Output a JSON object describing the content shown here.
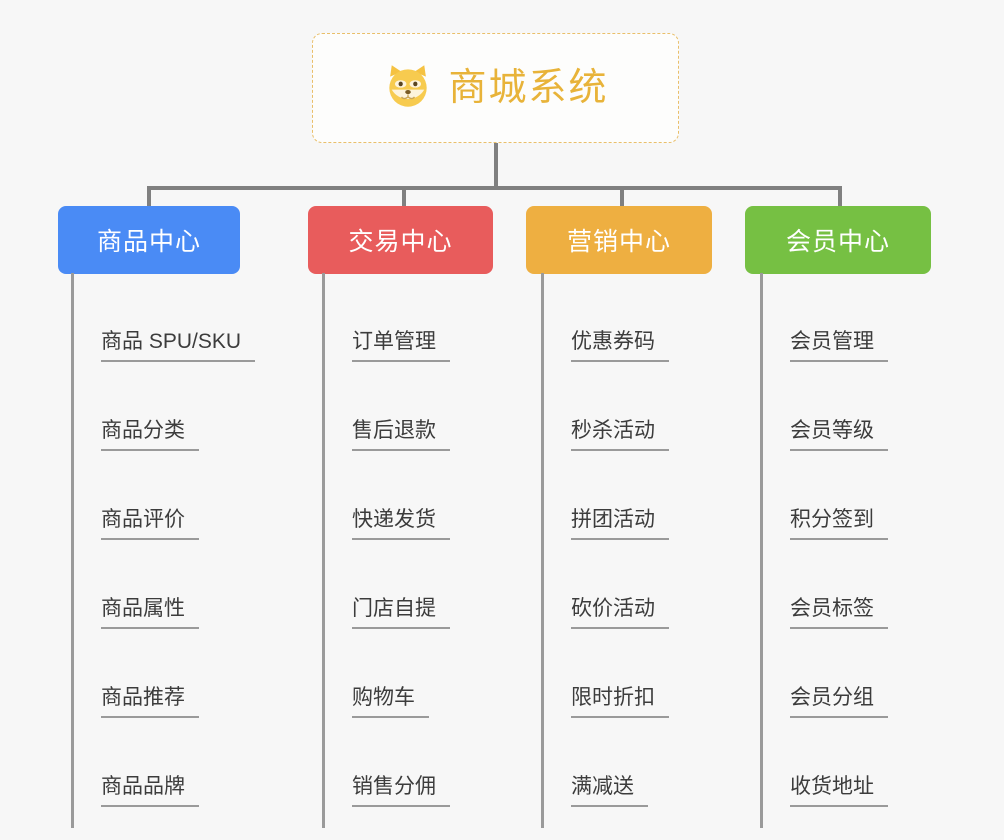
{
  "diagram": {
    "type": "mind-map",
    "background_color": "#f7f7f7",
    "root": {
      "title": "商城系统",
      "icon": "shiba-dog-icon",
      "title_color": "#e8b339",
      "border_color": "#e9bf6a"
    },
    "connector_color": "#808080",
    "leaf_line_color": "#9a9a9a",
    "leaf_text_color": "#3c3c3c",
    "branches": [
      {
        "label": "商品中心",
        "color": "#4a8bf5",
        "items": [
          "商品 SPU/SKU",
          "商品分类",
          "商品评价",
          "商品属性",
          "商品推荐",
          "商品品牌"
        ]
      },
      {
        "label": "交易中心",
        "color": "#e85c5c",
        "items": [
          "订单管理",
          "售后退款",
          "快递发货",
          "门店自提",
          "购物车",
          "销售分佣"
        ]
      },
      {
        "label": "营销中心",
        "color": "#eeaf41",
        "items": [
          "优惠券码",
          "秒杀活动",
          "拼团活动",
          "砍价活动",
          "限时折扣",
          "满减送"
        ]
      },
      {
        "label": "会员中心",
        "color": "#76c043",
        "items": [
          "会员管理",
          "会员等级",
          "积分签到",
          "会员标签",
          "会员分组",
          "收货地址"
        ]
      }
    ]
  }
}
